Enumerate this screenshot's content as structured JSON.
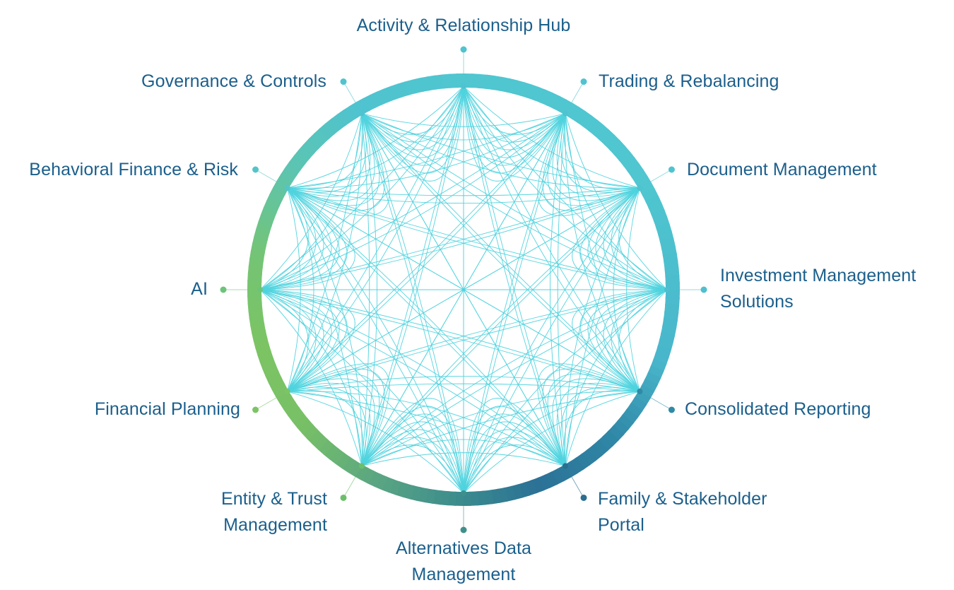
{
  "nodes": [
    {
      "id": "top",
      "lines": [
        "Activity & Relationship Hub"
      ],
      "color": "#4fc3cf"
    },
    {
      "id": "tr",
      "lines": [
        "Trading & Rebalancing"
      ],
      "color": "#4fc3cf"
    },
    {
      "id": "dm",
      "lines": [
        "Document Management"
      ],
      "color": "#4fc3cf"
    },
    {
      "id": "ims",
      "lines": [
        "Investment Management",
        "Solutions"
      ],
      "color": "#4fbfcf"
    },
    {
      "id": "cr",
      "lines": [
        "Consolidated Reporting"
      ],
      "color": "#2f8aa5"
    },
    {
      "id": "fsp",
      "lines": [
        "Family & Stakeholder",
        "Portal"
      ],
      "color": "#2a6e90"
    },
    {
      "id": "adm",
      "lines": [
        "Alternatives Data",
        "Management"
      ],
      "color": "#3f8f8c"
    },
    {
      "id": "etm",
      "lines": [
        "Entity & Trust",
        "Management"
      ],
      "color": "#6cbf6a"
    },
    {
      "id": "fp",
      "lines": [
        "Financial Planning"
      ],
      "color": "#7cc466"
    },
    {
      "id": "ai",
      "lines": [
        "AI"
      ],
      "color": "#6cc47a"
    },
    {
      "id": "bfr",
      "lines": [
        "Behavioral Finance & Risk"
      ],
      "color": "#55c4c8"
    },
    {
      "id": "gc",
      "lines": [
        "Governance & Controls"
      ],
      "color": "#4fc3cf"
    }
  ],
  "colors": {
    "label": "#1b5f8c",
    "ring_top": "#4fc6d0",
    "ring_right": "#4ab8cc",
    "ring_bottom_right": "#2b7196",
    "ring_bottom": "#4f9f84",
    "ring_left": "#7cc463",
    "ring_upper_left": "#4fc3cf",
    "connector": "#4fd3df"
  }
}
